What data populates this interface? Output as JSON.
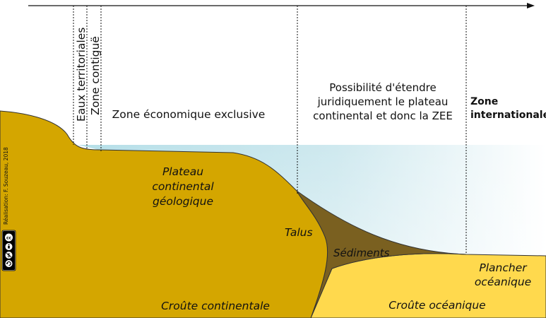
{
  "zones": {
    "territorial_waters": "Eaux territoriales",
    "contiguous_zone": "Zone contiguë",
    "eez": "Zone économique exclusive",
    "extension_line1": "Possibilité d'étendre",
    "extension_line2": "juridiquement le plateau",
    "extension_line3": "continental et donc la ZEE",
    "international_line1": "Zone",
    "international_line2": "internationale"
  },
  "geology": {
    "shelf_line1": "Plateau",
    "shelf_line2": "continental",
    "shelf_line3": "géologique",
    "slope": "Talus",
    "sediments": "Sédiments",
    "ocean_floor_line1": "Plancher",
    "ocean_floor_line2": "océanique",
    "continental_crust": "Croûte continentale",
    "oceanic_crust": "Croûte océanique"
  },
  "credit": "Réalisation: F. Souzeau, 2018",
  "license_icons": [
    "cc-icon",
    "by-icon",
    "nc-icon",
    "sa-icon"
  ],
  "colors": {
    "continental_crust": "#d4a600",
    "oceanic_crust": "#ffd94d",
    "sediments": "#7a6020",
    "sea_gradient_start": "#b5dfe8",
    "outline": "#333333"
  }
}
